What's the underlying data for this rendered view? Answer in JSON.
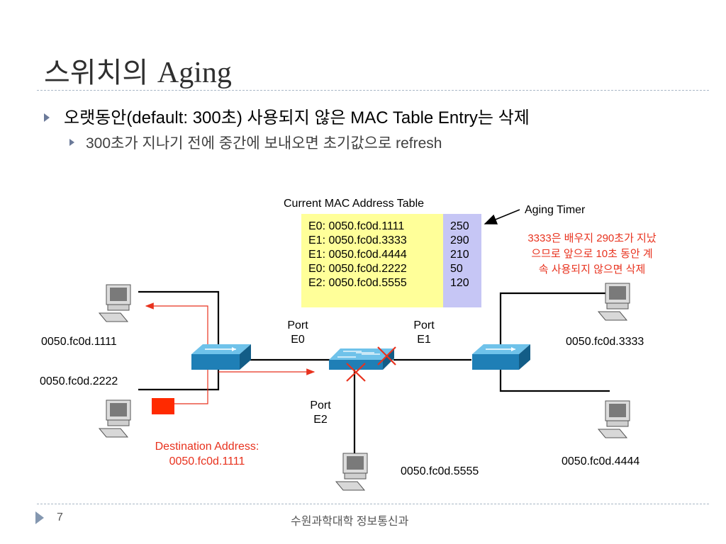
{
  "title": {
    "ko": "스위치의",
    "en": "Aging"
  },
  "bullets": {
    "main": "오랫동안(default: 300초) 사용되지 않은 MAC Table Entry는 삭제",
    "sub": "300초가 지나기 전에 중간에 보내오면 초기값으로 refresh"
  },
  "mac_table": {
    "title": "Current MAC Address Table",
    "rows": [
      {
        "entry": "E0: 0050.fc0d.1111",
        "age": "250"
      },
      {
        "entry": "E1: 0050.fc0d.3333",
        "age": "290"
      },
      {
        "entry": "E1: 0050.fc0d.4444",
        "age": "210"
      },
      {
        "entry": "E0: 0050.fc0d.2222",
        "age": "50"
      },
      {
        "entry": "E2: 0050.fc0d.5555",
        "age": "120"
      }
    ],
    "timer_label": "Aging Timer"
  },
  "note": {
    "line1": "3333은 배우지 290초가 지났",
    "line2": "으므로 앞으로 10초 동안 계",
    "line3": "속 사용되지 않으면 삭제"
  },
  "ports": {
    "e0": {
      "line1": "Port",
      "line2": "E0"
    },
    "e1": {
      "line1": "Port",
      "line2": "E1"
    },
    "e2": {
      "line1": "Port",
      "line2": "E2"
    }
  },
  "hosts": {
    "h1111": "0050.fc0d.1111",
    "h2222": "0050.fc0d.2222",
    "h3333": "0050.fc0d.3333",
    "h4444": "0050.fc0d.4444",
    "h5555": "0050.fc0d.5555"
  },
  "destination": {
    "line1": "Destination Address:",
    "line2": "0050.fc0d.1111"
  },
  "footer": {
    "page": "7",
    "org": "수원과학대학 정보통신과"
  },
  "colors": {
    "accent_red": "#e8321e",
    "mac_bg": "#ffff99",
    "timer_bg": "#c6c6f5",
    "switch_blue": "#1f8ac4"
  }
}
